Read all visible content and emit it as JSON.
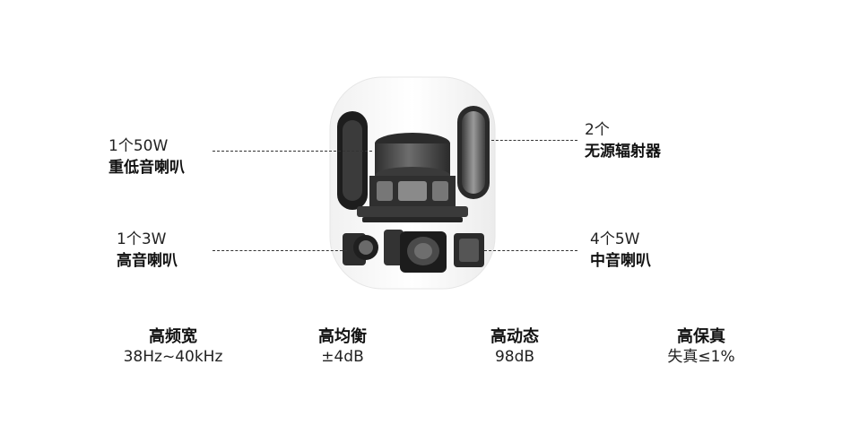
{
  "callouts": {
    "woofer": {
      "qty": "1个50W",
      "name": "重低音喇叭"
    },
    "passive_radiator": {
      "qty": "2个",
      "name": "无源辐射器"
    },
    "tweeter": {
      "qty": "1个3W",
      "name": "高音喇叭"
    },
    "midrange": {
      "qty": "4个5W",
      "name": "中音喇叭"
    }
  },
  "features": [
    {
      "title": "高频宽",
      "value": "38Hz~40kHz"
    },
    {
      "title": "高均衡",
      "value": "±4dB"
    },
    {
      "title": "高动态",
      "value": "98dB"
    },
    {
      "title": "高保真",
      "value": "失真≤1%"
    }
  ]
}
